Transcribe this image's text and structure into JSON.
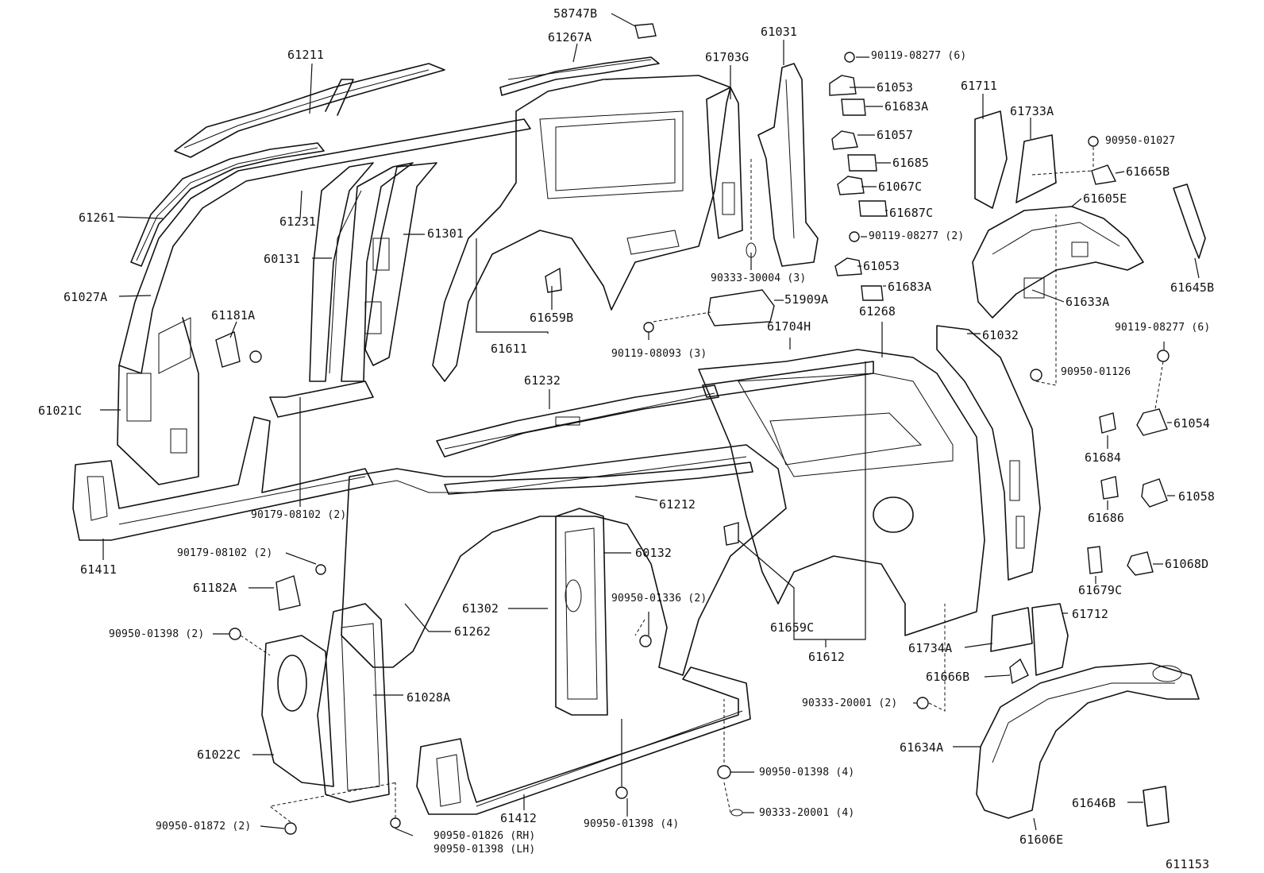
{
  "labels": {
    "l58747B": "58747B",
    "l61267A": "61267A",
    "l61211": "61211",
    "l61703G": "61703G",
    "l61031": "61031",
    "l90119_08277_6a": "90119-08277 (6)",
    "l61053a": "61053",
    "l61683Aa": "61683A",
    "l61057": "61057",
    "l61685": "61685",
    "l61067C": "61067C",
    "l61687C": "61687C",
    "l90119_08277_2": "90119-08277 (2)",
    "l61053b": "61053",
    "l61683Ab": "61683A",
    "l61711": "61711",
    "l61733A": "61733A",
    "l90950_01027": "90950-01027",
    "l61665B": "61665B",
    "l61605E": "61605E",
    "l61645B": "61645B",
    "l61633A": "61633A",
    "l61261": "61261",
    "l61231": "61231",
    "l61301": "61301",
    "l60131": "60131",
    "l61027A": "61027A",
    "l61181A": "61181A",
    "l61659B": "61659B",
    "l61611": "61611",
    "l90333_30004": "90333-30004 (3)",
    "l51909A": "51909A",
    "l90119_08093": "90119-08093 (3)",
    "l61704H": "61704H",
    "l61268": "61268",
    "l61032": "61032",
    "l90119_08277_6b": "90119-08277 (6)",
    "l90950_01126": "90950-01126",
    "l61021C": "61021C",
    "l61232": "61232",
    "l61054": "61054",
    "l61684": "61684",
    "l61058": "61058",
    "l61686": "61686",
    "l61411": "61411",
    "l90179_08102a": "90179-08102 (2)",
    "l61212": "61212",
    "l90179_08102b": "90179-08102 (2)",
    "l60132": "60132",
    "l61182A": "61182A",
    "l61068D": "61068D",
    "l61679C": "61679C",
    "l90950_01336": "90950-01336 (2)",
    "l61302": "61302",
    "l90950_01398a": "90950-01398 (2)",
    "l61262": "61262",
    "l61659C": "61659C",
    "l61712": "61712",
    "l61612": "61612",
    "l61734A": "61734A",
    "l61666B": "61666B",
    "l61028A": "61028A",
    "l90333_20001_2": "90333-20001 (2)",
    "l61634A": "61634A",
    "l61022C": "61022C",
    "l90950_01398b": "90950-01398 (4)",
    "l90333_20001_4": "90333-20001 (4)",
    "l61646B": "61646B",
    "l90950_01872": "90950-01872 (2)",
    "l61412": "61412",
    "l90950_01398c": "90950-01398 (4)",
    "l90950_01826": "90950-01826 (RH)",
    "l90950_01398d": "90950-01398 (LH)",
    "l61606E": "61606E",
    "l611153": "611153"
  }
}
